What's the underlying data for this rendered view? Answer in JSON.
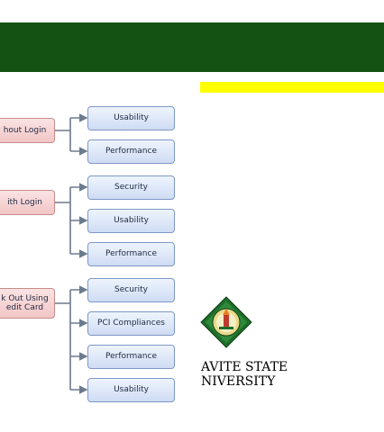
{
  "colors": {
    "header": "#135212",
    "accent": "#ffff00"
  },
  "groups": [
    {
      "label": "hout Login",
      "children": [
        "Usability",
        "Performance"
      ]
    },
    {
      "label": "ith Login",
      "children": [
        "Security",
        "Usability",
        "Performance"
      ]
    },
    {
      "label": "k Out Using\nedit Card",
      "children": [
        "Security",
        "PCI Compliances",
        "Performance",
        "Usability"
      ]
    }
  ],
  "logo": {
    "line1": "AVITE STATE",
    "line2": "NIVERSITY"
  }
}
